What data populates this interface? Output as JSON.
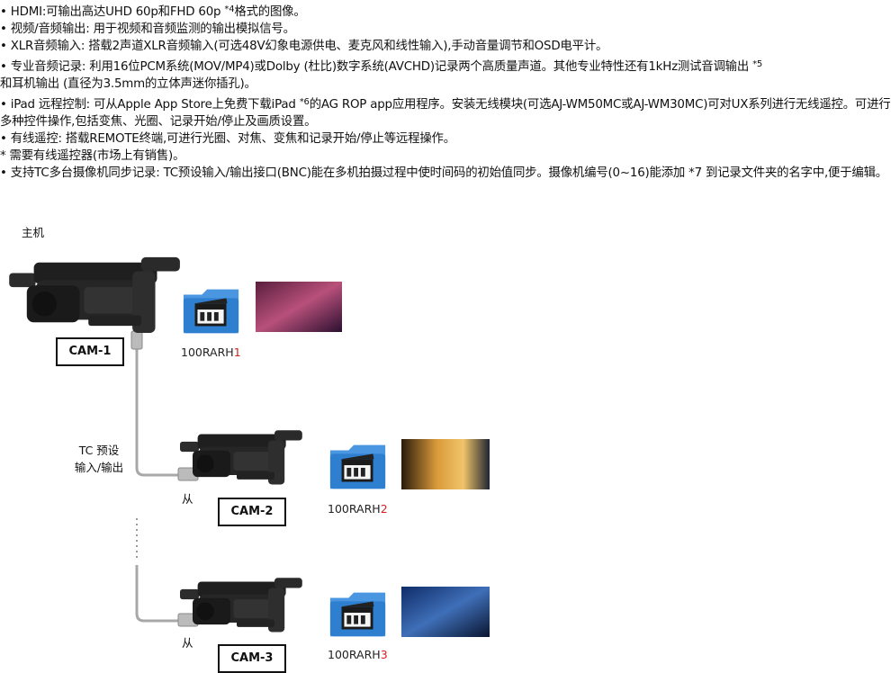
{
  "bullets": {
    "hdmi": "• HDMI:可输出高达UHD 60p和FHD 60p ",
    "hdmi_sup": "*4",
    "hdmi_tail": "格式的图像。",
    "video_audio": "• 视频/音频输出: 用于视频和音频监测的输出模拟信号。",
    "xlr": "• XLR音频输入: 搭载2声道XLR音频输入(可选48V幻象电源供电、麦克风和线性输入),手动音量调节和OSD电平计。",
    "pro_audio": "• 专业音频记录: 利用16位PCM系统(MOV/MP4)或Dolby (杜比)数字系统(AVCHD)记录两个高质量声道。其他专业特性还有1kHz测试音调输出 ",
    "pro_audio_sup": "*5",
    "pro_audio_tail": "和耳机输出 (直径为3.5mm的立体声迷你插孔)。",
    "ipad": "• iPad 远程控制: 可从Apple App Store上免费下载iPad ",
    "ipad_sup": "*6",
    "ipad_tail": "的AG ROP app应用程序。安装无线模块(可选AJ-WM50MC或AJ-WM30MC)可对UX系列进行无线遥控。可进行多种控件操作,包括变焦、光圈、记录开始/停止及画质设置。",
    "remote": "• 有线遥控: 搭载REMOTE终端,可进行光圈、对焦、变焦和记录开始/停止等远程操作。",
    "remote_note": "* 需要有线遥控器(市场上有销售)。",
    "tc": "• 支持TC多台摄像机同步记录: TC预设输入/输出接口(BNC)能在多机拍摄过程中使时间码的初始值同步。摄像机编号(0~16)能添加 *7 到记录文件夹的名字中,便于编辑。"
  },
  "diagram": {
    "master_label": "主机",
    "tc_label_line1": "TC 预设",
    "tc_label_line2": "输入/输出",
    "slave_label": "从",
    "cameras": [
      {
        "name": "CAM-1",
        "folder_prefix": "100RARH",
        "folder_num": "1"
      },
      {
        "name": "CAM-2",
        "folder_prefix": "100RARH",
        "folder_num": "2"
      },
      {
        "name": "CAM-3",
        "folder_prefix": "100RARH",
        "folder_num": "3"
      }
    ],
    "colors": {
      "folder_num": "#d0221f",
      "cable": "#a8a8a8",
      "folder_blue": "#2f7fd1"
    }
  }
}
